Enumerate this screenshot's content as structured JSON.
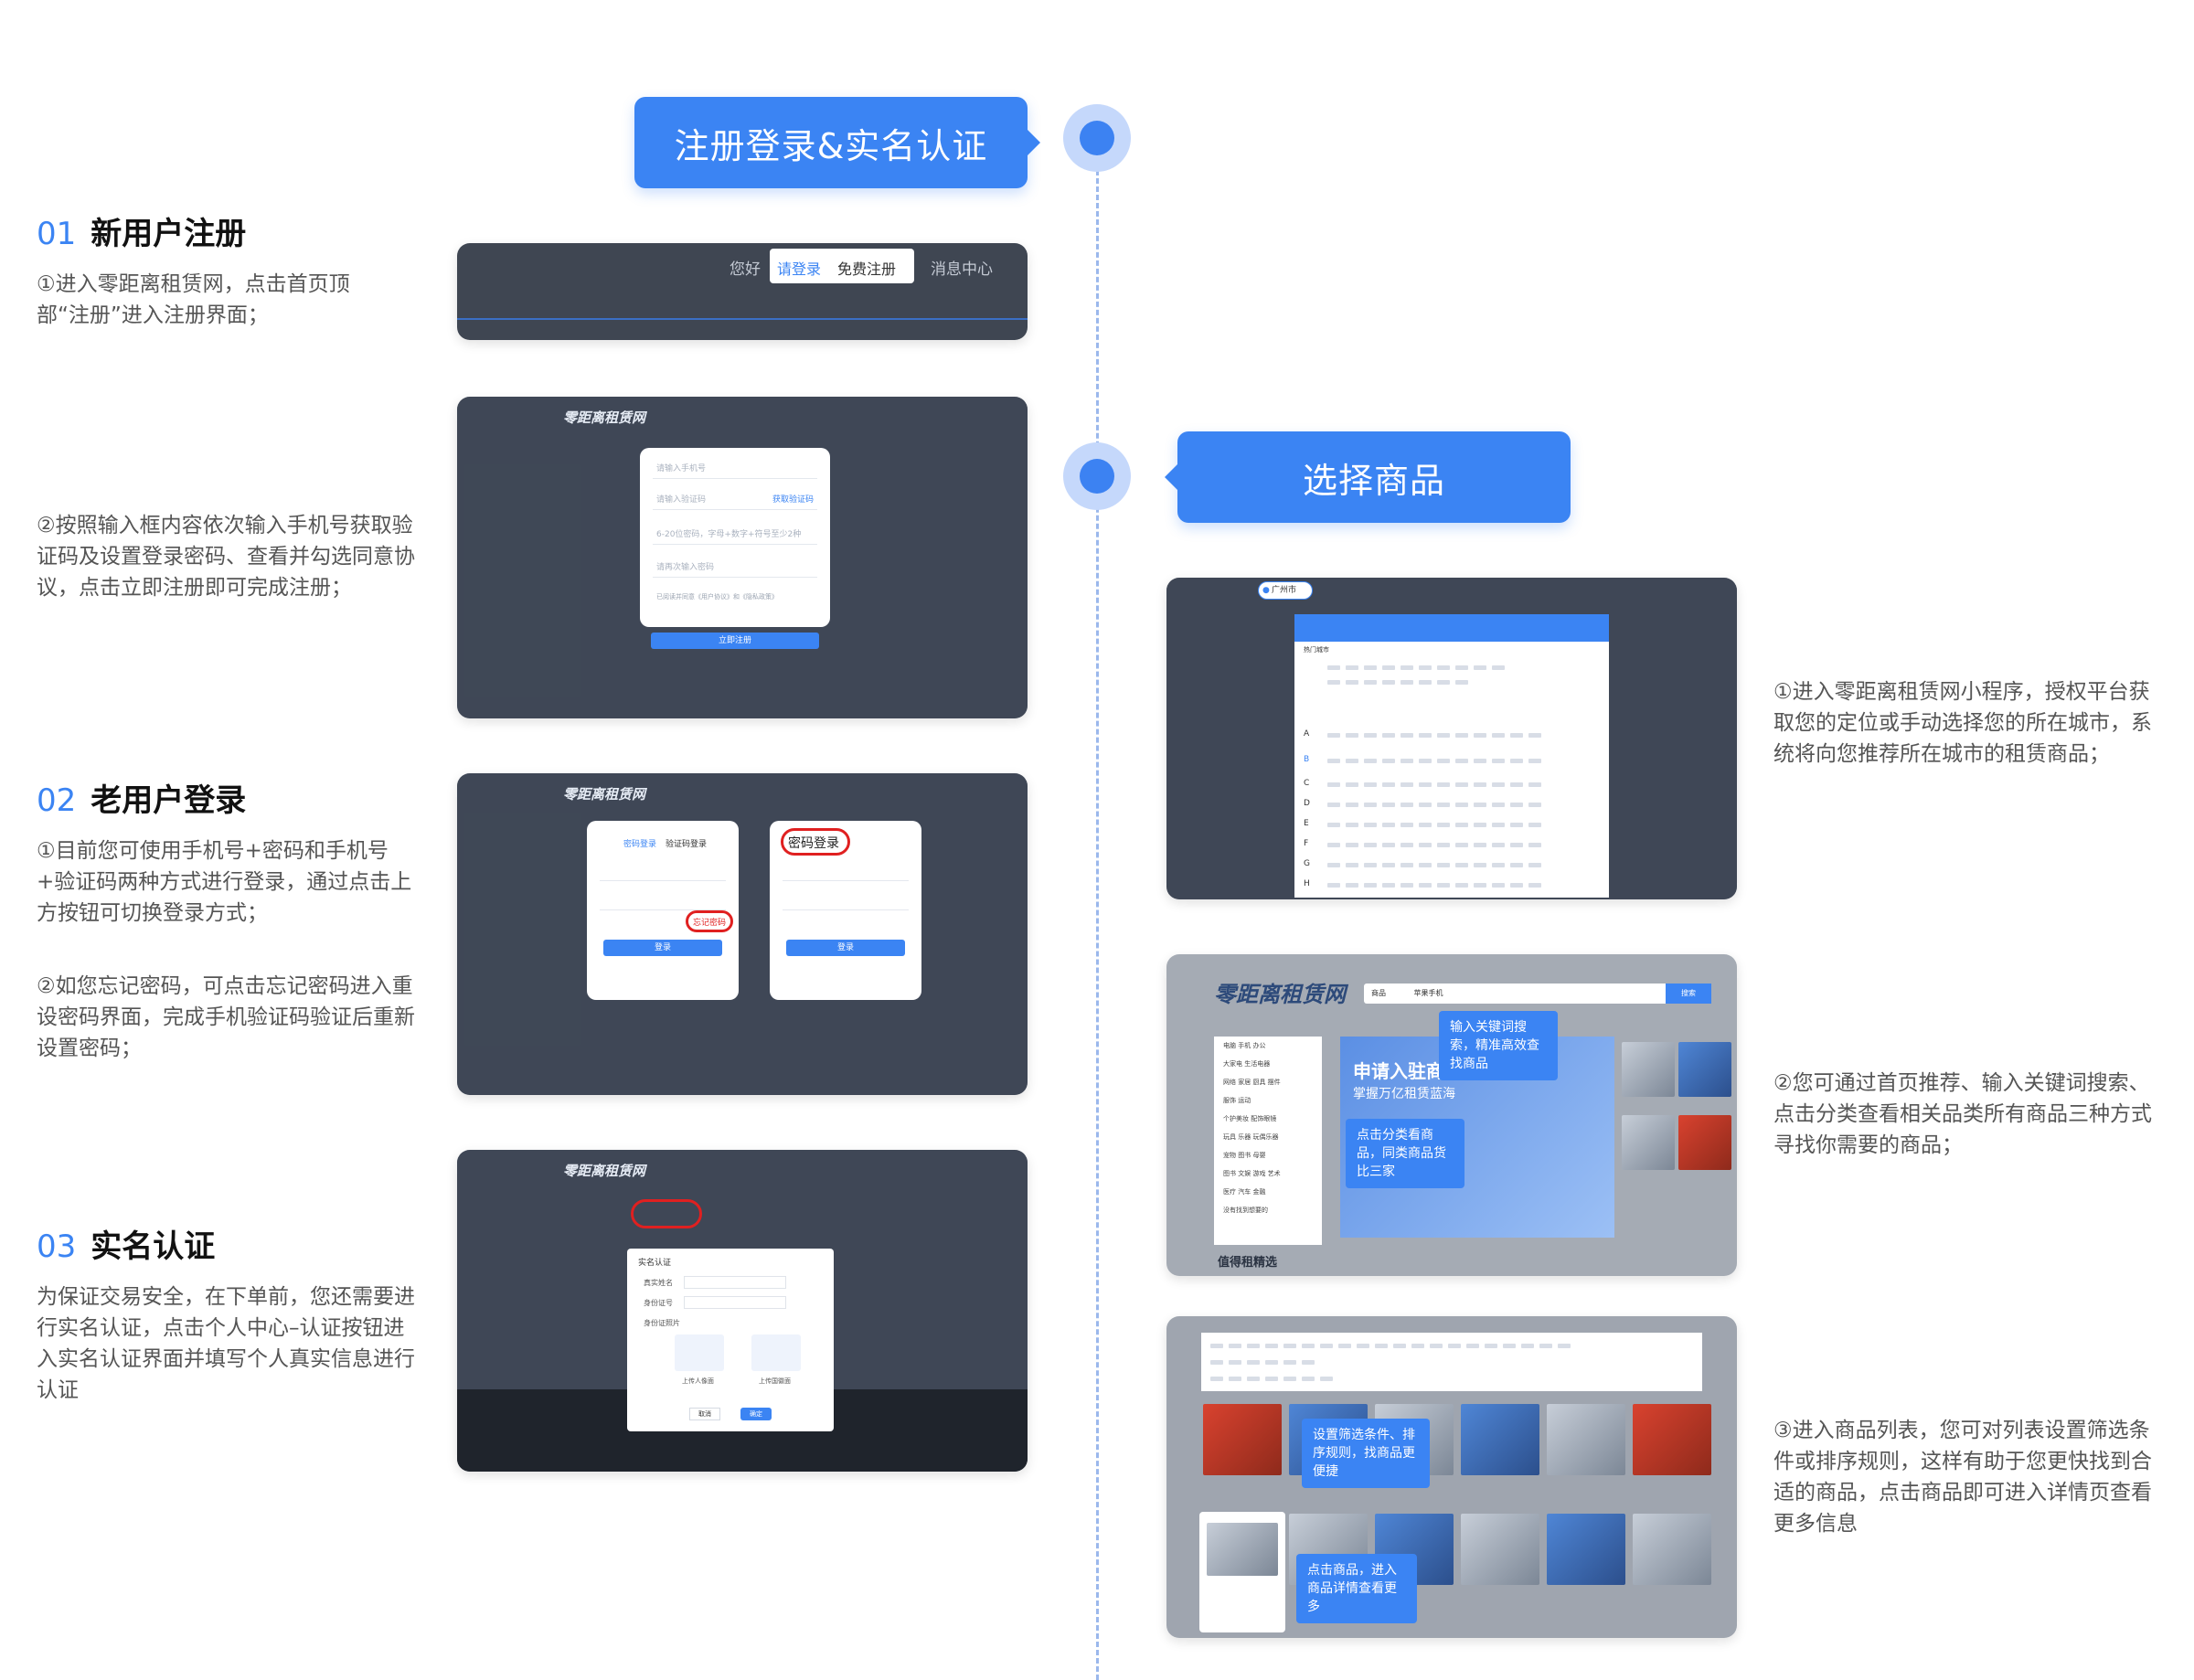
{
  "banners": {
    "register": "注册登录&实名认证",
    "select": "选择商品"
  },
  "sections": [
    {
      "num": "01",
      "title": "新用户注册",
      "steps": [
        "①进入零距离租赁网，点击首页顶部“注册”进入注册界面；",
        "②按照输入框内容依次输入手机号获取验证码及设置登录密码、查看并勾选同意协议，点击立即注册即可完成注册；"
      ]
    },
    {
      "num": "02",
      "title": "老用户登录",
      "steps": [
        "①目前您可使用手机号+密码和手机号+验证码两种方式进行登录，通过点击上方按钮可切换登录方式；",
        "②如您忘记密码，可点击忘记密码进入重设密码界面，完成手机验证码验证后重新设置密码；"
      ]
    },
    {
      "num": "03",
      "title": "实名认证",
      "steps": [
        "为保证交易安全，在下单前，您还需要进行实名认证，点击个人中心–认证按钮进入实名认证界面并填写个人真实信息进行认证"
      ]
    }
  ],
  "right_steps": [
    "①进入零距离租赁网小程序，授权平台获取您的定位或手动选择您的所在城市，系统将向您推荐所在城市的租赁商品；",
    "②您可通过首页推荐、输入关键词搜索、点击分类查看相关品类所有商品三种方式寻找你需要的商品；",
    "③进入商品列表，您可对列表设置筛选条件或排序规则，这样有助于您更快找到合适的商品，点击商品即可进入详情页查看更多信息"
  ],
  "shot1": {
    "greeting": "您好",
    "login": "请登录",
    "register": "免费注册",
    "messages": "消息中心"
  },
  "shot2": {
    "logo": "零距离租赁网",
    "phone_ph": "请输入手机号",
    "code_ph": "请输入验证码",
    "get_code": "获取验证码",
    "pwd_ph": "6-20位密码，字母+数字+符号至少2种",
    "pwd2_ph": "请再次输入密码",
    "agree": "已阅读并同意《用户协议》和《隐私政策》",
    "submit": "立即注册"
  },
  "shot3": {
    "logo": "零距离租赁网",
    "tab_pwd": "密码登录",
    "tab_code": "验证码登录",
    "forgot": "忘记密码",
    "login_btn": "登录"
  },
  "shot4": {
    "logo": "零距离租赁网",
    "dialog_title": "实名认证",
    "name_label": "真实姓名",
    "id_label": "身份证号",
    "photo_label": "身份证照片",
    "front": "上传人像面",
    "back": "上传国徽面",
    "cancel": "取消",
    "confirm": "确定"
  },
  "shot5": {
    "city": "广州市",
    "hot": "热门城市",
    "letters": [
      "A",
      "B",
      "C",
      "D",
      "E",
      "F",
      "G",
      "H"
    ]
  },
  "shot6": {
    "logo": "零距离租赁网",
    "search_cat": "商品",
    "search_text": "苹果手机",
    "search_btn": "搜索",
    "tip_search": "输入关键词搜索，精准高效查找商品",
    "tip_category": "点击分类看商品，同类商品货比三家",
    "hero": "申请入驻商家",
    "hero_sub": "掌握万亿租赁蓝海",
    "section": "值得租精选",
    "categories": [
      "电脑 手机 办公",
      "大家电 生活电器",
      "网络 家居 厨具 摆件",
      "服饰 运动",
      "个护美妆 配饰眼镜",
      "玩具 乐器 玩偶乐器",
      "宠物 图书 母婴",
      "图书 文娱 游戏 艺术",
      "医疗 汽车 金融",
      "没有找到想要的"
    ]
  },
  "shot7": {
    "tip_filter": "设置筛选条件、排序规则，找商品更便捷",
    "tip_click": "点击商品，进入商品详情查看更多"
  }
}
